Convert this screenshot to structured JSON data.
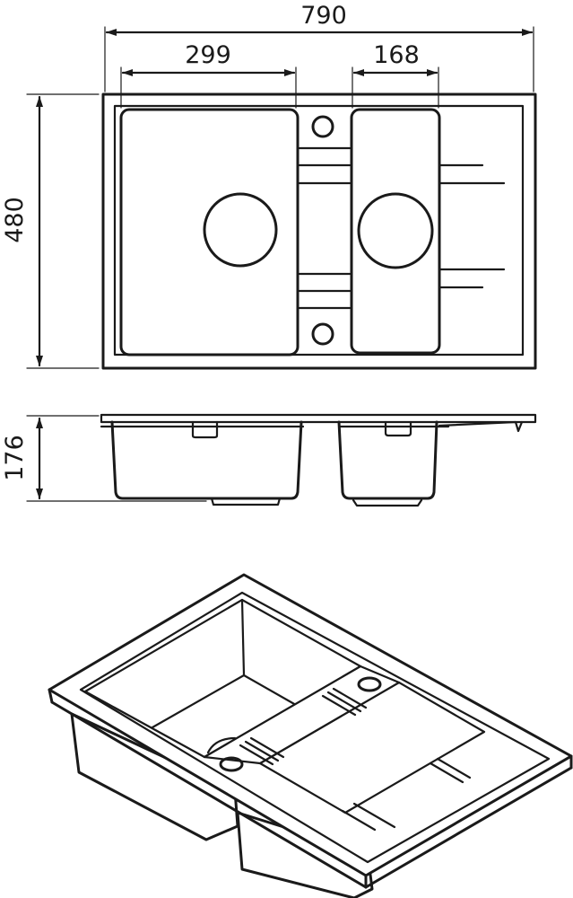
{
  "dimensions": {
    "overall_width": "790",
    "bowl_width": "299",
    "small_bowl_width": "168",
    "overall_depth": "480",
    "height": "176"
  },
  "colors": {
    "line": "#1a1a1a",
    "background": "#ffffff"
  }
}
